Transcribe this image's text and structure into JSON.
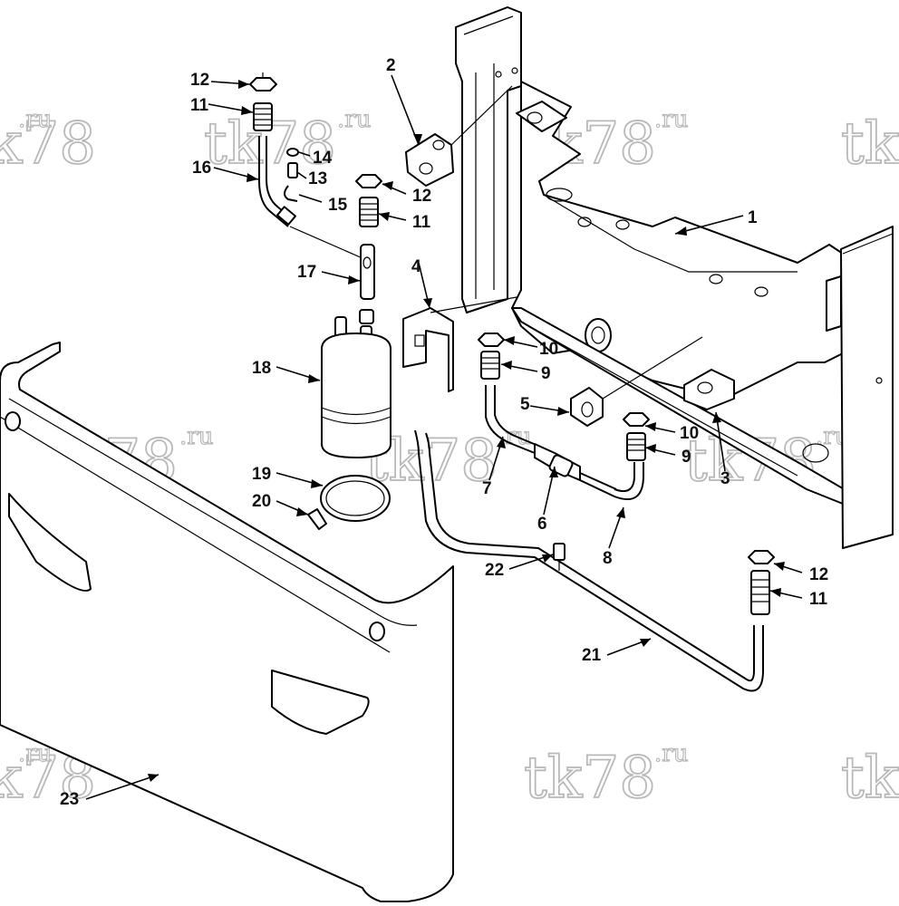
{
  "diagram": {
    "watermark": {
      "main": "tk78",
      "suffix": ".ru"
    },
    "callouts": [
      "1",
      "2",
      "3",
      "4",
      "5",
      "6",
      "7",
      "8",
      "9",
      "10",
      "11",
      "12",
      "13",
      "14",
      "15",
      "16",
      "17",
      "18",
      "19",
      "20",
      "21",
      "22",
      "23"
    ],
    "callout_9b": "9",
    "callout_10b": "10",
    "callout_11b": "11",
    "callout_11c": "11",
    "callout_12b": "12",
    "callout_12c": "12",
    "colors": {
      "line": "#000000",
      "background": "#ffffff",
      "watermark": "#b9b9b9"
    }
  }
}
